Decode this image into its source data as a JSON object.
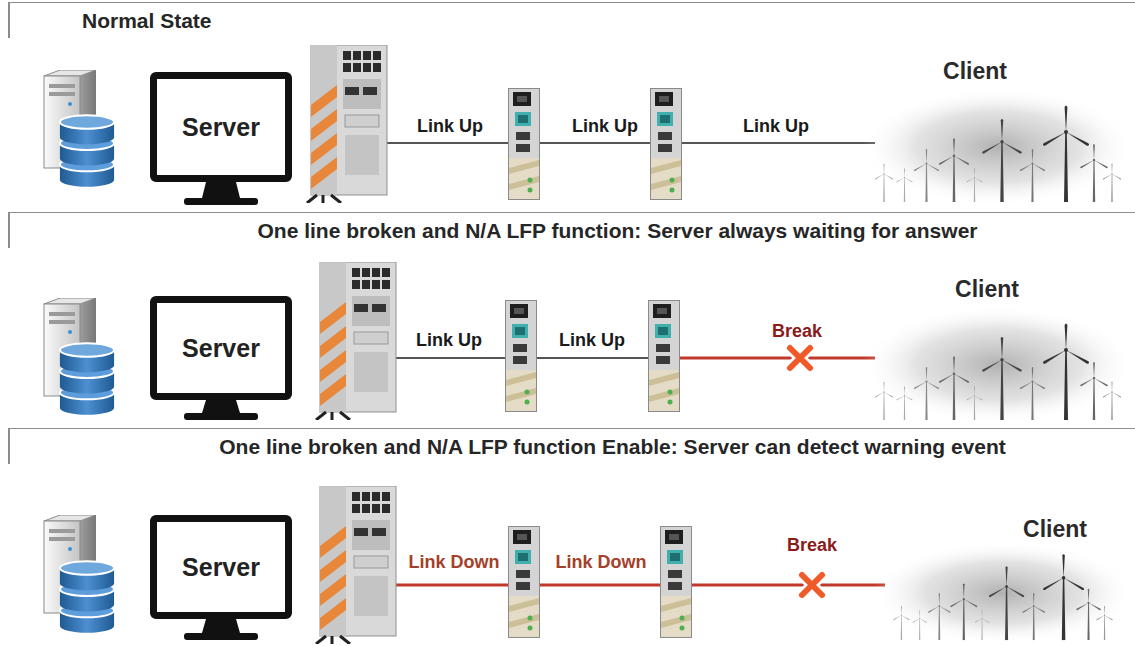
{
  "diagram": {
    "nodes": [
      {
        "text": [
          "Normal State"
        ]
      },
      {
        "text": [
          "Server"
        ],
        "in": 0
      },
      {
        "text": [
          "Client"
        ],
        "in": 0
      },
      {
        "text": [
          "One line broken and N/A LFP function: Server always waiting for answer"
        ]
      },
      {
        "text": [
          "Server"
        ],
        "in": 3
      },
      {
        "text": [
          "Client"
        ],
        "in": 3
      },
      {
        "text": [
          "One line broken and N/A LFP function Enable: Server can detect warning event"
        ]
      },
      {
        "text": [
          "Server"
        ],
        "in": 6
      },
      {
        "text": [
          "Client"
        ],
        "in": 6
      }
    ],
    "labels": [
      "Link Up",
      "Link Up",
      "Link Up",
      "Link Up",
      "Link Up",
      "Break",
      "Link Down",
      "Link Down",
      "Break"
    ]
  }
}
